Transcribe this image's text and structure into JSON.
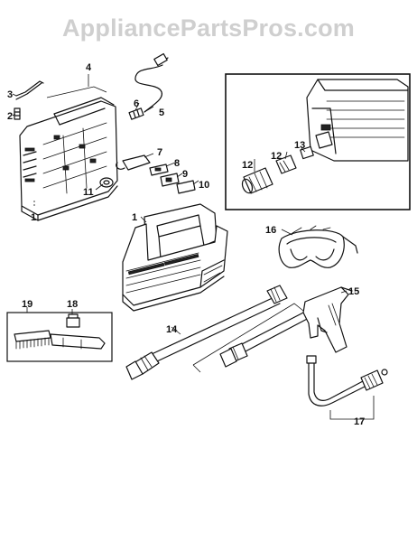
{
  "watermark": "AppliancePartsPros.com",
  "parts": [
    {
      "id": "p1a",
      "label": "1"
    },
    {
      "id": "p1b",
      "label": "1"
    },
    {
      "id": "p2",
      "label": "2"
    },
    {
      "id": "p3",
      "label": "3"
    },
    {
      "id": "p4",
      "label": "4"
    },
    {
      "id": "p5",
      "label": "5"
    },
    {
      "id": "p6",
      "label": "6"
    },
    {
      "id": "p7",
      "label": "7"
    },
    {
      "id": "p8",
      "label": "8"
    },
    {
      "id": "p9",
      "label": "9"
    },
    {
      "id": "p10",
      "label": "10"
    },
    {
      "id": "p11",
      "label": "11"
    },
    {
      "id": "p12a",
      "label": "12"
    },
    {
      "id": "p12b",
      "label": "12"
    },
    {
      "id": "p13",
      "label": "13"
    },
    {
      "id": "p14",
      "label": "14"
    },
    {
      "id": "p15",
      "label": "15"
    },
    {
      "id": "p16",
      "label": "16"
    },
    {
      "id": "p17",
      "label": "17"
    },
    {
      "id": "p18",
      "label": "18"
    },
    {
      "id": "p19",
      "label": "19"
    }
  ]
}
